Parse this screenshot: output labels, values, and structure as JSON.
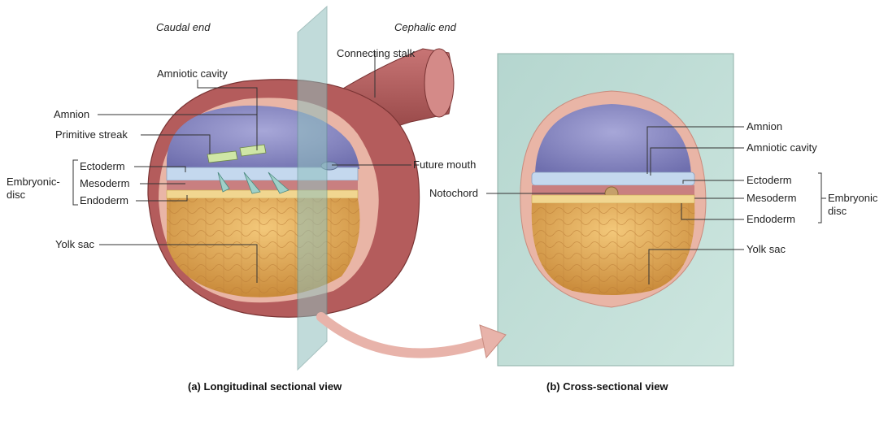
{
  "panel_a": {
    "caudal": "Caudal end",
    "cephalic": "Cephalic end",
    "connecting_stalk": "Connecting stalk",
    "amniotic_cavity": "Amniotic cavity",
    "amnion": "Amnion",
    "primitive_streak": "Primitive streak",
    "ectoderm": "Ectoderm",
    "mesoderm": "Mesoderm",
    "endoderm": "Endoderm",
    "embryonic_disc_1": "Embryonic-",
    "embryonic_disc_2": "disc",
    "yolk_sac": "Yolk sac",
    "future_mouth": "Future mouth",
    "caption": "(a) Longitudinal sectional view"
  },
  "panel_b": {
    "amnion": "Amnion",
    "amniotic_cavity": "Amniotic cavity",
    "ectoderm": "Ectoderm",
    "mesoderm": "Mesoderm",
    "endoderm": "Endoderm",
    "embryonic_disc_1": "Embryonic",
    "embryonic_disc_2": "disc",
    "notochord": "Notochord",
    "yolk_sac": "Yolk sac",
    "caption": "(b) Cross-sectional view"
  },
  "colors": {
    "outer_wall": "#b45c5c",
    "amnion_pink": "#e9b5a6",
    "cavity": "#8c8cc4",
    "ectoderm": "#c4d8ee",
    "mesoderm": "#c97f80",
    "endoderm": "#f1d690",
    "yolk": "#e0a55a",
    "plane": "#8fbfbd",
    "panel_bg": "#c2ddd6"
  }
}
